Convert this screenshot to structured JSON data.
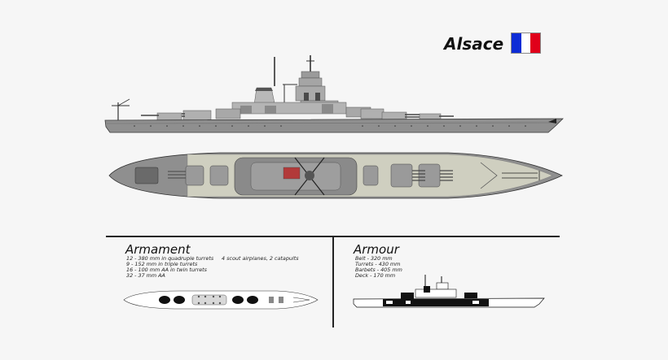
{
  "header": {
    "ship_name": "Alsace",
    "flag": {
      "name": "france-flag",
      "colors": [
        "#0d2cd6",
        "#ffffff",
        "#e0001a"
      ]
    }
  },
  "armament": {
    "title": "Armament",
    "lines": [
      "12 - 380 mm in quadruple turrets",
      "  9 - 152 mm in triple turrets",
      "16 - 100 mm AA in twin turrets",
      "32 - 37 mm AA"
    ],
    "extra": "4 scout airplanes, 2 catapults"
  },
  "armour": {
    "title": "Armour",
    "lines": [
      "Belt - 320 mm",
      "Turrets - 430 mm",
      "Barbets - 405 mm",
      "Deck - 170 mm"
    ]
  },
  "colors": {
    "hull": "#8f8f8f",
    "superstructure": "#b4b4b4",
    "deck_wood": "#cfcfc0",
    "dark": "#222222"
  }
}
